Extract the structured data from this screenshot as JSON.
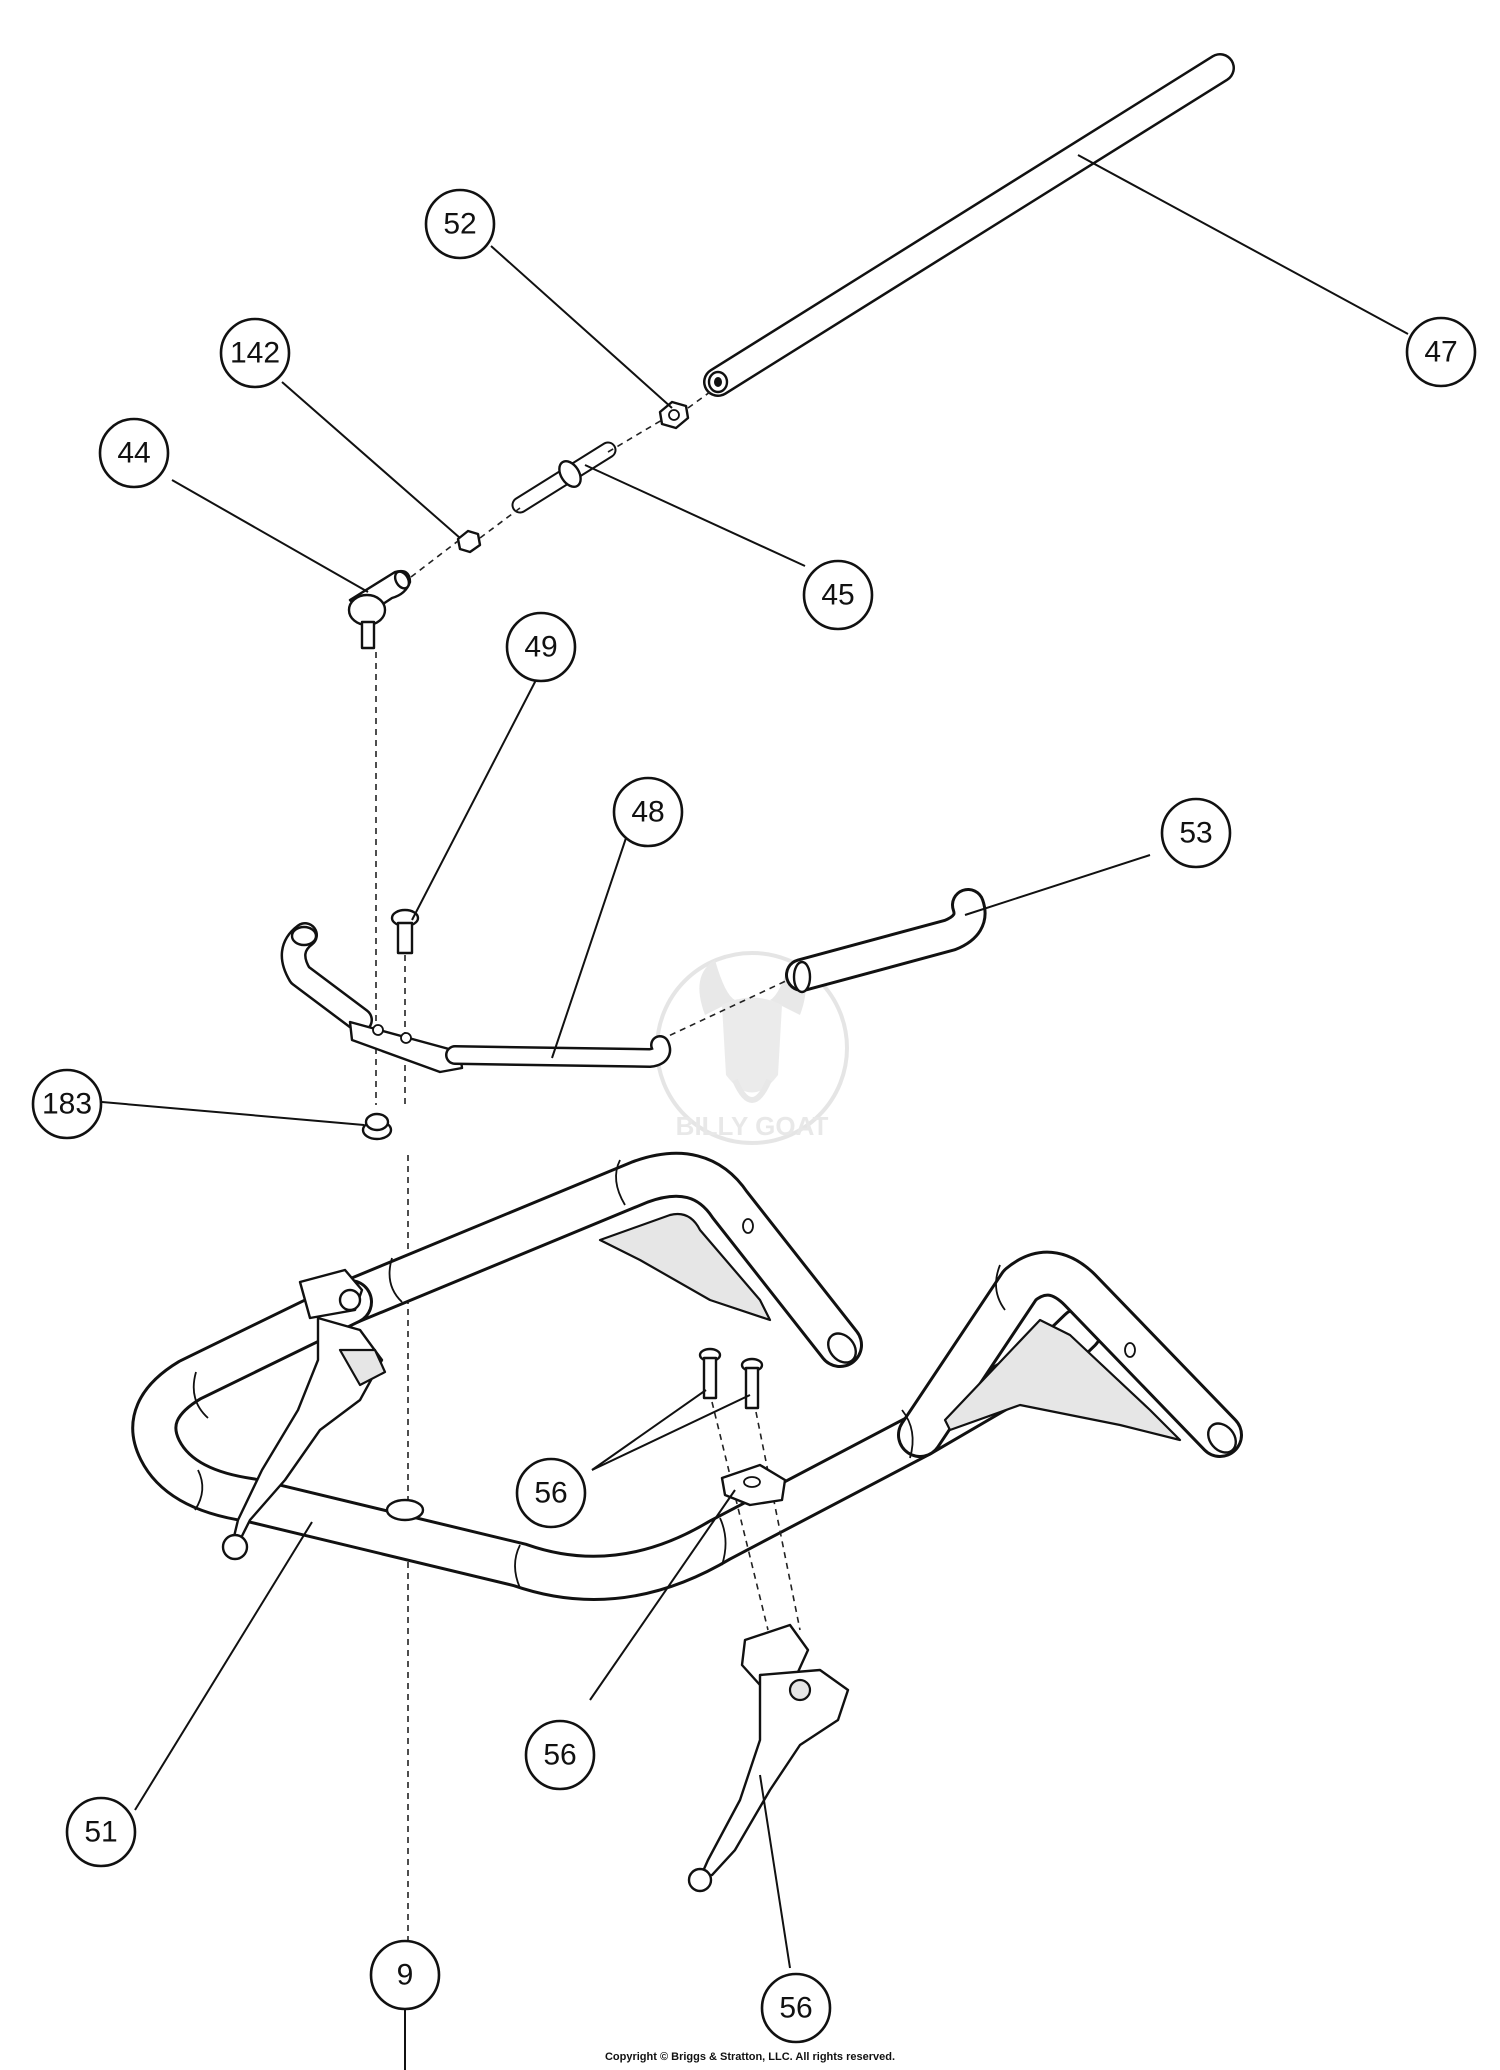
{
  "callouts": {
    "c52": "52",
    "c47": "47",
    "c142": "142",
    "c44": "44",
    "c45": "45",
    "c49": "49",
    "c48": "48",
    "c53": "53",
    "c183": "183",
    "c56a": "56",
    "c56b": "56",
    "c56c": "56",
    "c51": "51",
    "c9": "9"
  },
  "watermark": {
    "text": "BILLY GOAT"
  },
  "footer": {
    "copyright": "Copyright © Briggs & Stratton, LLC. All rights reserved."
  }
}
